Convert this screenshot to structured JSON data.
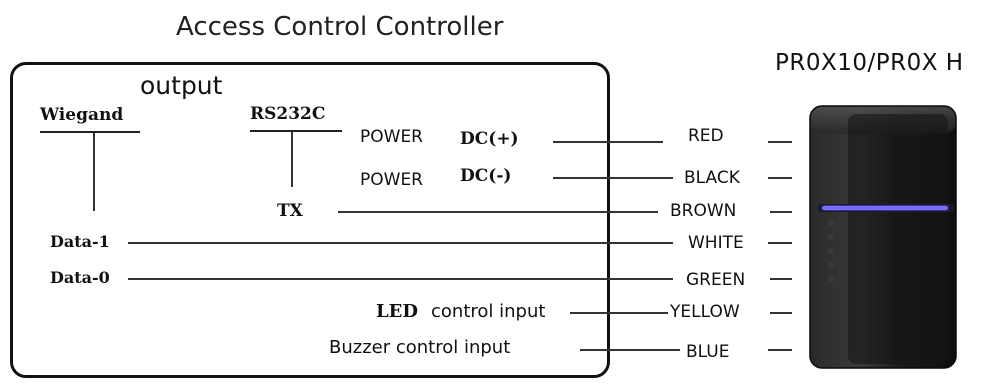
{
  "controller": {
    "title": "Access Control Controller",
    "output_label": "output",
    "wiegand_label": "Wiegand",
    "rs232_label": "RS232C",
    "tx_label": "TX",
    "power_label": "POWER",
    "dc_plus": "DC(+)",
    "dc_minus": "DC(-)",
    "data1": "Data-1",
    "data0": "Data-0",
    "led_label": "LED",
    "led_rest": "control input",
    "buzzer_label": "Buzzer control input"
  },
  "reader": {
    "model": "PR0X10/PR0X H",
    "led_color": "#7a6cff"
  },
  "wires": [
    "RED",
    "BLACK",
    "BROWN",
    "WHITE",
    "GREEN",
    "YELLOW",
    "BLUE"
  ]
}
